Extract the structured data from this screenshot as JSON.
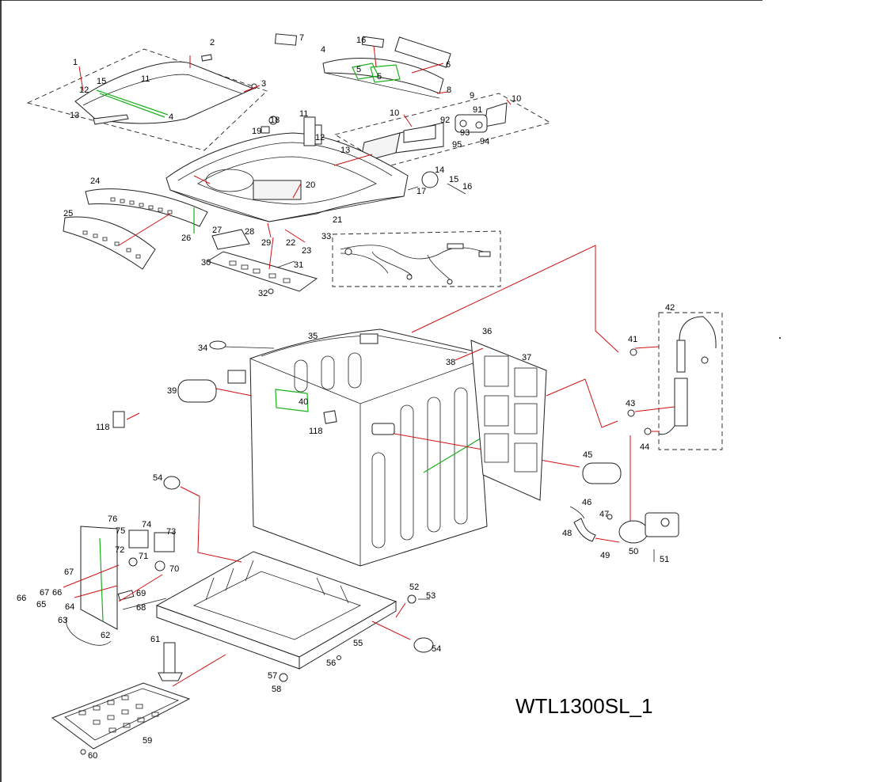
{
  "model_label": "WTL1300SL_1",
  "labels": [
    {
      "id": "1",
      "t": "1"
    },
    {
      "id": "2",
      "t": "2"
    },
    {
      "id": "3",
      "t": "3"
    },
    {
      "id": "4",
      "t": "4"
    },
    {
      "id": "4b",
      "t": "4"
    },
    {
      "id": "5a",
      "t": "5"
    },
    {
      "id": "5b",
      "t": "5"
    },
    {
      "id": "6",
      "t": "6"
    },
    {
      "id": "7",
      "t": "7"
    },
    {
      "id": "8",
      "t": "8"
    },
    {
      "id": "9",
      "t": "9"
    },
    {
      "id": "10a",
      "t": "10"
    },
    {
      "id": "10b",
      "t": "10"
    },
    {
      "id": "11a",
      "t": "11"
    },
    {
      "id": "11b",
      "t": "11"
    },
    {
      "id": "12a",
      "t": "12"
    },
    {
      "id": "12b",
      "t": "12"
    },
    {
      "id": "13a",
      "t": "13"
    },
    {
      "id": "13b",
      "t": "13"
    },
    {
      "id": "14",
      "t": "14"
    },
    {
      "id": "15a",
      "t": "15"
    },
    {
      "id": "15b",
      "t": "15"
    },
    {
      "id": "16a",
      "t": "16"
    },
    {
      "id": "16b",
      "t": "16"
    },
    {
      "id": "17",
      "t": "17"
    },
    {
      "id": "18",
      "t": "18"
    },
    {
      "id": "19",
      "t": "19"
    },
    {
      "id": "20",
      "t": "20"
    },
    {
      "id": "21",
      "t": "21"
    },
    {
      "id": "22",
      "t": "22"
    },
    {
      "id": "23",
      "t": "23"
    },
    {
      "id": "24",
      "t": "24"
    },
    {
      "id": "25",
      "t": "25"
    },
    {
      "id": "26",
      "t": "26"
    },
    {
      "id": "27",
      "t": "27"
    },
    {
      "id": "28",
      "t": "28"
    },
    {
      "id": "29",
      "t": "29"
    },
    {
      "id": "30",
      "t": "30"
    },
    {
      "id": "31",
      "t": "31"
    },
    {
      "id": "32",
      "t": "32"
    },
    {
      "id": "33",
      "t": "33"
    },
    {
      "id": "34",
      "t": "34"
    },
    {
      "id": "35",
      "t": "35"
    },
    {
      "id": "36",
      "t": "36"
    },
    {
      "id": "37",
      "t": "37"
    },
    {
      "id": "38",
      "t": "38"
    },
    {
      "id": "39",
      "t": "39"
    },
    {
      "id": "40",
      "t": "40"
    },
    {
      "id": "41",
      "t": "41"
    },
    {
      "id": "42",
      "t": "42"
    },
    {
      "id": "43",
      "t": "43"
    },
    {
      "id": "44",
      "t": "44"
    },
    {
      "id": "45",
      "t": "45"
    },
    {
      "id": "46",
      "t": "46"
    },
    {
      "id": "47",
      "t": "47"
    },
    {
      "id": "48",
      "t": "48"
    },
    {
      "id": "49",
      "t": "49"
    },
    {
      "id": "50",
      "t": "50"
    },
    {
      "id": "51",
      "t": "51"
    },
    {
      "id": "52",
      "t": "52"
    },
    {
      "id": "53",
      "t": "53"
    },
    {
      "id": "54a",
      "t": "54"
    },
    {
      "id": "54b",
      "t": "54"
    },
    {
      "id": "55",
      "t": "55"
    },
    {
      "id": "56",
      "t": "56"
    },
    {
      "id": "57",
      "t": "57"
    },
    {
      "id": "58",
      "t": "58"
    },
    {
      "id": "59",
      "t": "59"
    },
    {
      "id": "60",
      "t": "60"
    },
    {
      "id": "61",
      "t": "61"
    },
    {
      "id": "62",
      "t": "62"
    },
    {
      "id": "63",
      "t": "63"
    },
    {
      "id": "64",
      "t": "64"
    },
    {
      "id": "65",
      "t": "65"
    },
    {
      "id": "66a",
      "t": "66"
    },
    {
      "id": "66b",
      "t": "66"
    },
    {
      "id": "67a",
      "t": "67"
    },
    {
      "id": "67b",
      "t": "67"
    },
    {
      "id": "68",
      "t": "68"
    },
    {
      "id": "69",
      "t": "69"
    },
    {
      "id": "70",
      "t": "70"
    },
    {
      "id": "71",
      "t": "71"
    },
    {
      "id": "72",
      "t": "72"
    },
    {
      "id": "73",
      "t": "73"
    },
    {
      "id": "74",
      "t": "74"
    },
    {
      "id": "75",
      "t": "75"
    },
    {
      "id": "76",
      "t": "76"
    },
    {
      "id": "91",
      "t": "91"
    },
    {
      "id": "92",
      "t": "92"
    },
    {
      "id": "93",
      "t": "93"
    },
    {
      "id": "94",
      "t": "94"
    },
    {
      "id": "95",
      "t": "95"
    },
    {
      "id": "118a",
      "t": "118"
    },
    {
      "id": "118b",
      "t": "118"
    }
  ],
  "colors": {
    "leader": "#d01010",
    "ground": "#19b019",
    "line": "#222222"
  }
}
